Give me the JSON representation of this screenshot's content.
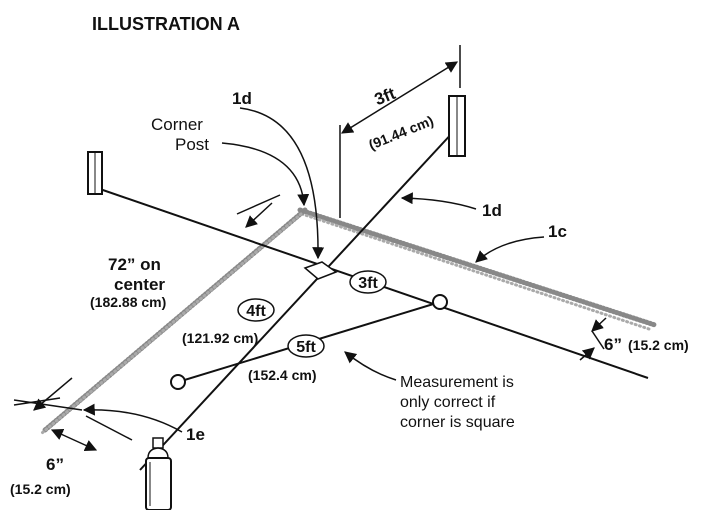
{
  "title": "ILLUSTRATION A",
  "labels": {
    "corner_post": [
      "Corner",
      "Post"
    ],
    "ref_1d_top": "1d",
    "ref_1d_right": "1d",
    "ref_1c": "1c",
    "ref_1e": "1e",
    "dim_3ft_top": "3ft",
    "dim_3ft_top_metric": "(91.44 cm)",
    "spacing": [
      "72” on",
      "center"
    ],
    "spacing_metric": "(182.88 cm)",
    "circle_3ft": "3ft",
    "circle_4ft": "4ft",
    "metric_4ft": "(121.92 cm)",
    "circle_5ft": "5ft",
    "metric_5ft": "(152.4 cm)",
    "note": [
      "Measurement is",
      "only correct if",
      "corner is square"
    ],
    "dim_6in_right": "6”",
    "dim_6in_right_metric": "(15.2 cm)",
    "dim_6in_left": "6”",
    "dim_6in_left_metric": "(15.2 cm)"
  },
  "icons": [
    "wooden-stake-icon",
    "paint-can-icon"
  ]
}
